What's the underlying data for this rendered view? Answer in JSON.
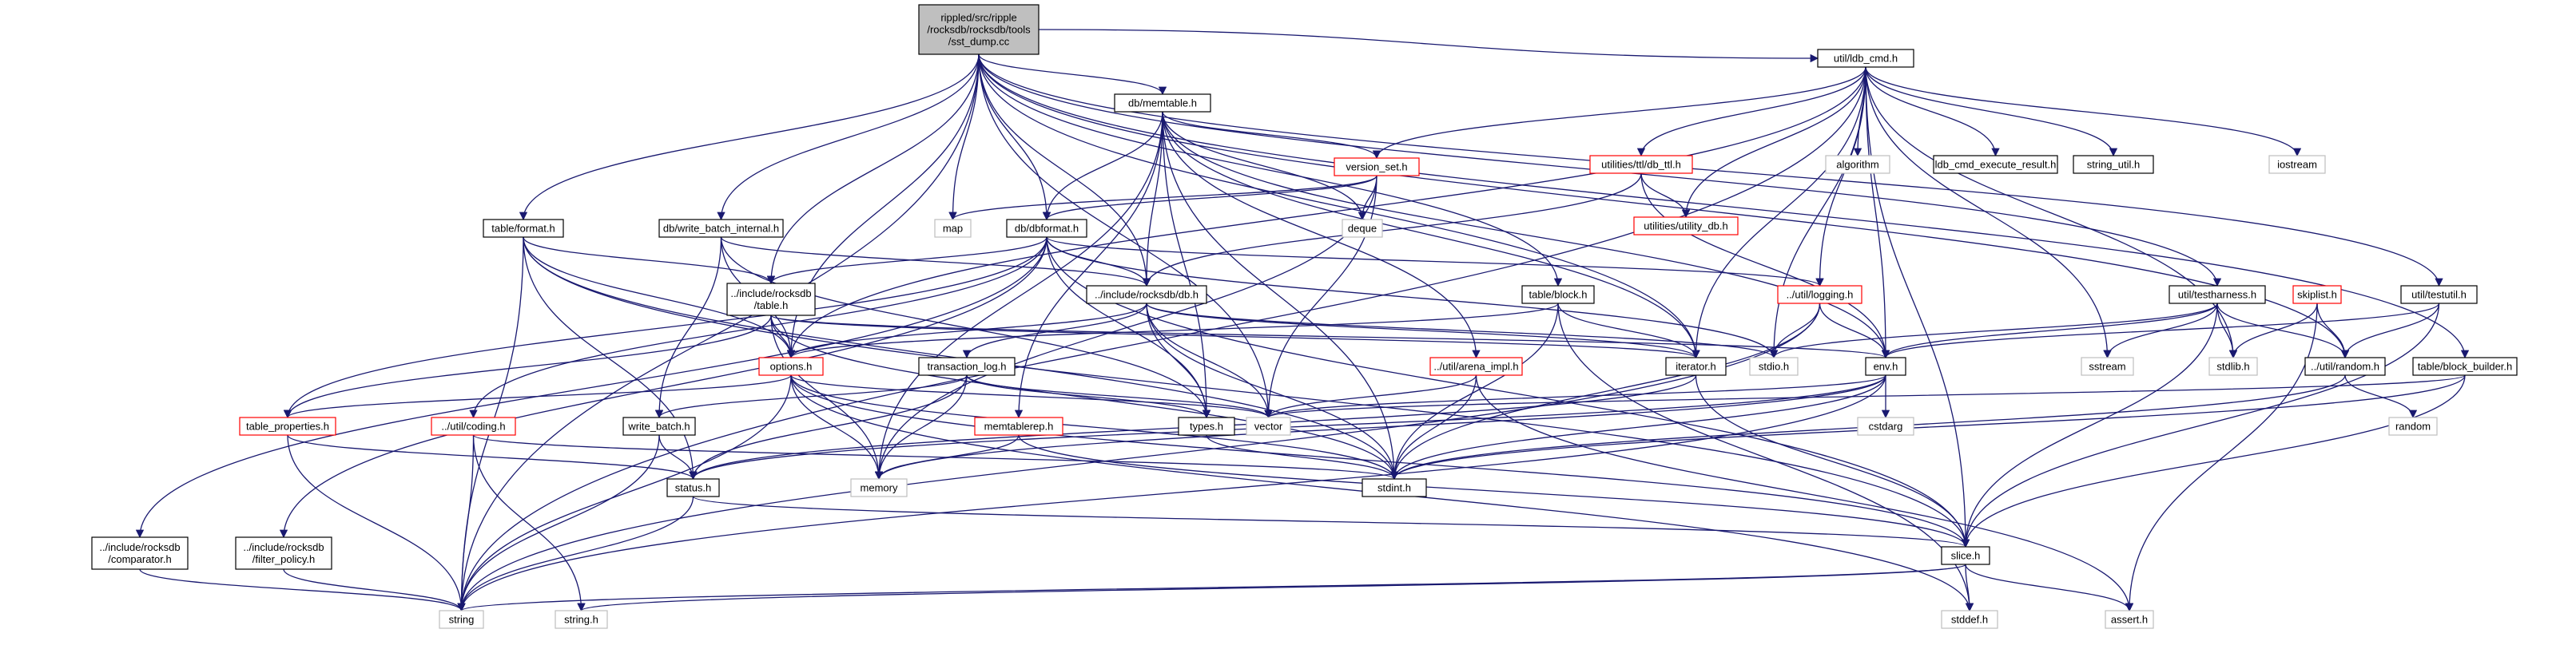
{
  "nodes": {
    "sst_dump": {
      "lines": [
        "rippled/src/ripple",
        "/rocksdb/rocksdb/tools",
        "/sst_dump.cc"
      ],
      "kind": "root"
    },
    "memtable": {
      "lines": [
        "db/memtable.h"
      ],
      "kind": "normal"
    },
    "ldb_cmd": {
      "lines": [
        "util/ldb_cmd.h"
      ],
      "kind": "normal"
    },
    "version_set": {
      "lines": [
        "version_set.h"
      ],
      "kind": "red"
    },
    "utilities_ttl": {
      "lines": [
        "utilities/ttl/db_ttl.h"
      ],
      "kind": "red"
    },
    "utility_db": {
      "lines": [
        "utilities/utility_db.h"
      ],
      "kind": "red"
    },
    "algorithm": {
      "lines": [
        "algorithm"
      ],
      "kind": "system"
    },
    "ldb_cmd_execute_result": {
      "lines": [
        "ldb_cmd_execute_result.h"
      ],
      "kind": "normal"
    },
    "string_util": {
      "lines": [
        "string_util.h"
      ],
      "kind": "normal"
    },
    "iostream": {
      "lines": [
        "iostream"
      ],
      "kind": "system"
    },
    "table_format": {
      "lines": [
        "table/format.h"
      ],
      "kind": "normal"
    },
    "write_batch_internal": {
      "lines": [
        "db/write_batch_internal.h"
      ],
      "kind": "normal"
    },
    "map": {
      "lines": [
        "map"
      ],
      "kind": "system"
    },
    "dbformat": {
      "lines": [
        "db/dbformat.h"
      ],
      "kind": "normal"
    },
    "deque": {
      "lines": [
        "deque"
      ],
      "kind": "system"
    },
    "include_table": {
      "lines": [
        "../include/rocksdb",
        "/table.h"
      ],
      "kind": "normal"
    },
    "include_db": {
      "lines": [
        "../include/rocksdb/db.h"
      ],
      "kind": "normal"
    },
    "table_block": {
      "lines": [
        "table/block.h"
      ],
      "kind": "normal"
    },
    "util_logging": {
      "lines": [
        "../util/logging.h"
      ],
      "kind": "red"
    },
    "skiplist": {
      "lines": [
        "skiplist.h"
      ],
      "kind": "red"
    },
    "testharness": {
      "lines": [
        "util/testharness.h"
      ],
      "kind": "normal"
    },
    "testutil": {
      "lines": [
        "util/testutil.h"
      ],
      "kind": "normal"
    },
    "options": {
      "lines": [
        "options.h"
      ],
      "kind": "red"
    },
    "transaction_log": {
      "lines": [
        "transaction_log.h"
      ],
      "kind": "normal"
    },
    "arena_impl": {
      "lines": [
        "../util/arena_impl.h"
      ],
      "kind": "red"
    },
    "iterator": {
      "lines": [
        "iterator.h"
      ],
      "kind": "normal"
    },
    "stdio": {
      "lines": [
        "stdio.h"
      ],
      "kind": "system"
    },
    "env": {
      "lines": [
        "env.h"
      ],
      "kind": "normal"
    },
    "sstream": {
      "lines": [
        "sstream"
      ],
      "kind": "system"
    },
    "stdlib": {
      "lines": [
        "stdlib.h"
      ],
      "kind": "system"
    },
    "util_random": {
      "lines": [
        "../util/random.h"
      ],
      "kind": "normal"
    },
    "block_builder": {
      "lines": [
        "table/block_builder.h"
      ],
      "kind": "normal"
    },
    "table_properties": {
      "lines": [
        "table_properties.h"
      ],
      "kind": "red"
    },
    "util_coding": {
      "lines": [
        "../util/coding.h"
      ],
      "kind": "red"
    },
    "write_batch": {
      "lines": [
        "write_batch.h"
      ],
      "kind": "normal"
    },
    "memtablerep": {
      "lines": [
        "memtablerep.h"
      ],
      "kind": "red"
    },
    "types": {
      "lines": [
        "types.h"
      ],
      "kind": "normal"
    },
    "vector": {
      "lines": [
        "vector"
      ],
      "kind": "system"
    },
    "cstdarg": {
      "lines": [
        "cstdarg"
      ],
      "kind": "system"
    },
    "random": {
      "lines": [
        "random"
      ],
      "kind": "system"
    },
    "status": {
      "lines": [
        "status.h"
      ],
      "kind": "normal"
    },
    "memory": {
      "lines": [
        "memory"
      ],
      "kind": "system"
    },
    "stdint": {
      "lines": [
        "stdint.h"
      ],
      "kind": "normal"
    },
    "comparator": {
      "lines": [
        "../include/rocksdb",
        "/comparator.h"
      ],
      "kind": "normal"
    },
    "filter_policy": {
      "lines": [
        "../include/rocksdb",
        "/filter_policy.h"
      ],
      "kind": "normal"
    },
    "slice": {
      "lines": [
        "slice.h"
      ],
      "kind": "normal"
    },
    "string": {
      "lines": [
        "string"
      ],
      "kind": "system"
    },
    "string_h": {
      "lines": [
        "string.h"
      ],
      "kind": "system"
    },
    "stddef": {
      "lines": [
        "stddef.h"
      ],
      "kind": "system"
    },
    "assert": {
      "lines": [
        "assert.h"
      ],
      "kind": "system"
    }
  },
  "edges": [
    [
      "sst_dump",
      "memtable"
    ],
    [
      "sst_dump",
      "ldb_cmd"
    ],
    [
      "sst_dump",
      "table_format"
    ],
    [
      "sst_dump",
      "write_batch_internal"
    ],
    [
      "sst_dump",
      "map"
    ],
    [
      "sst_dump",
      "dbformat"
    ],
    [
      "sst_dump",
      "include_table"
    ],
    [
      "sst_dump",
      "include_db"
    ],
    [
      "sst_dump",
      "table_block"
    ],
    [
      "sst_dump",
      "testharness"
    ],
    [
      "sst_dump",
      "testutil"
    ],
    [
      "sst_dump",
      "block_builder"
    ],
    [
      "sst_dump",
      "options"
    ],
    [
      "sst_dump",
      "iterator"
    ],
    [
      "sst_dump",
      "util_random"
    ],
    [
      "sst_dump",
      "vector"
    ],
    [
      "sst_dump",
      "string"
    ],
    [
      "memtable",
      "version_set"
    ],
    [
      "memtable",
      "dbformat"
    ],
    [
      "memtable",
      "include_db"
    ],
    [
      "memtable",
      "deque"
    ],
    [
      "memtable",
      "memtablerep"
    ],
    [
      "memtable",
      "arena_impl"
    ],
    [
      "memtable",
      "types"
    ],
    [
      "memtable",
      "stdint"
    ],
    [
      "memtable",
      "memory"
    ],
    [
      "memtable",
      "env"
    ],
    [
      "memtable",
      "iterator"
    ],
    [
      "ldb_cmd",
      "version_set"
    ],
    [
      "ldb_cmd",
      "utilities_ttl"
    ],
    [
      "ldb_cmd",
      "utility_db"
    ],
    [
      "ldb_cmd",
      "algorithm"
    ],
    [
      "ldb_cmd",
      "ldb_cmd_execute_result"
    ],
    [
      "ldb_cmd",
      "string_util"
    ],
    [
      "ldb_cmd",
      "iostream"
    ],
    [
      "ldb_cmd",
      "util_logging"
    ],
    [
      "ldb_cmd",
      "env"
    ],
    [
      "ldb_cmd",
      "iterator"
    ],
    [
      "ldb_cmd",
      "options"
    ],
    [
      "ldb_cmd",
      "slice"
    ],
    [
      "ldb_cmd",
      "stdio"
    ],
    [
      "ldb_cmd",
      "sstream"
    ],
    [
      "ldb_cmd",
      "string"
    ],
    [
      "ldb_cmd",
      "stdlib"
    ],
    [
      "utilities_ttl",
      "utility_db"
    ],
    [
      "utilities_ttl",
      "include_db"
    ],
    [
      "utilities_ttl",
      "env"
    ],
    [
      "version_set",
      "map"
    ],
    [
      "version_set",
      "deque"
    ],
    [
      "version_set",
      "dbformat"
    ],
    [
      "version_set",
      "vector"
    ],
    [
      "version_set",
      "memory"
    ],
    [
      "table_format",
      "include_table"
    ],
    [
      "table_format",
      "options"
    ],
    [
      "table_format",
      "slice"
    ],
    [
      "table_format",
      "status"
    ],
    [
      "table_format",
      "string"
    ],
    [
      "table_format",
      "stdint"
    ],
    [
      "write_batch_internal",
      "include_db"
    ],
    [
      "write_batch_internal",
      "write_batch"
    ],
    [
      "write_batch_internal",
      "types"
    ],
    [
      "write_batch_internal",
      "options"
    ],
    [
      "dbformat",
      "include_db"
    ],
    [
      "dbformat",
      "include_table"
    ],
    [
      "dbformat",
      "comparator"
    ],
    [
      "dbformat",
      "filter_policy"
    ],
    [
      "dbformat",
      "slice"
    ],
    [
      "dbformat",
      "util_coding"
    ],
    [
      "dbformat",
      "util_logging"
    ],
    [
      "dbformat",
      "types"
    ],
    [
      "dbformat",
      "stdio"
    ],
    [
      "dbformat",
      "table_properties"
    ],
    [
      "include_table",
      "options"
    ],
    [
      "include_table",
      "iterator"
    ],
    [
      "include_table",
      "env"
    ],
    [
      "include_table",
      "memory"
    ],
    [
      "include_table",
      "stdint"
    ],
    [
      "include_table",
      "table_properties"
    ],
    [
      "include_db",
      "options"
    ],
    [
      "include_db",
      "iterator"
    ],
    [
      "include_db",
      "transaction_log"
    ],
    [
      "include_db",
      "types"
    ],
    [
      "include_db",
      "vector"
    ],
    [
      "include_db",
      "stdint"
    ],
    [
      "include_db",
      "stdio"
    ],
    [
      "table_block",
      "iterator"
    ],
    [
      "table_block",
      "options"
    ],
    [
      "table_block",
      "stdint"
    ],
    [
      "table_block",
      "stddef"
    ],
    [
      "util_logging",
      "stdio"
    ],
    [
      "util_logging",
      "stdint"
    ],
    [
      "util_logging",
      "string"
    ],
    [
      "util_logging",
      "env"
    ],
    [
      "skiplist",
      "assert"
    ],
    [
      "skiplist",
      "stdlib"
    ],
    [
      "skiplist",
      "util_random"
    ],
    [
      "testharness",
      "env"
    ],
    [
      "testharness",
      "slice"
    ],
    [
      "testharness",
      "util_random"
    ],
    [
      "testharness",
      "sstream"
    ],
    [
      "testharness",
      "stdio"
    ],
    [
      "testharness",
      "stdlib"
    ],
    [
      "testutil",
      "env"
    ],
    [
      "testutil",
      "slice"
    ],
    [
      "testutil",
      "util_random"
    ],
    [
      "options",
      "memory"
    ],
    [
      "options",
      "vector"
    ],
    [
      "options",
      "stdint"
    ],
    [
      "options",
      "string"
    ],
    [
      "options",
      "table_properties"
    ],
    [
      "options",
      "slice"
    ],
    [
      "options",
      "stddef"
    ],
    [
      "transaction_log",
      "status"
    ],
    [
      "transaction_log",
      "types"
    ],
    [
      "transaction_log",
      "write_batch"
    ],
    [
      "transaction_log",
      "memory"
    ],
    [
      "transaction_log",
      "vector"
    ],
    [
      "arena_impl",
      "vector"
    ],
    [
      "arena_impl",
      "assert"
    ],
    [
      "arena_impl",
      "stdint"
    ],
    [
      "iterator",
      "slice"
    ],
    [
      "iterator",
      "status"
    ],
    [
      "env",
      "cstdarg"
    ],
    [
      "env",
      "string"
    ],
    [
      "env",
      "memory"
    ],
    [
      "env",
      "vector"
    ],
    [
      "env",
      "stdint"
    ],
    [
      "env",
      "status"
    ],
    [
      "util_random",
      "random"
    ],
    [
      "util_random",
      "stdint"
    ],
    [
      "block_builder",
      "vector"
    ],
    [
      "block_builder",
      "stdint"
    ],
    [
      "block_builder",
      "slice"
    ],
    [
      "table_properties",
      "string"
    ],
    [
      "table_properties",
      "status"
    ],
    [
      "util_coding",
      "string"
    ],
    [
      "util_coding",
      "string_h"
    ],
    [
      "util_coding",
      "stdint"
    ],
    [
      "write_batch",
      "string"
    ],
    [
      "write_batch",
      "status"
    ],
    [
      "memtablerep",
      "memory"
    ],
    [
      "memtablerep",
      "slice"
    ],
    [
      "types",
      "stdint"
    ],
    [
      "status",
      "string"
    ],
    [
      "status",
      "slice"
    ],
    [
      "comparator",
      "string"
    ],
    [
      "filter_policy",
      "string"
    ],
    [
      "slice",
      "string"
    ],
    [
      "slice",
      "string_h"
    ],
    [
      "slice",
      "stddef"
    ],
    [
      "slice",
      "assert"
    ]
  ]
}
